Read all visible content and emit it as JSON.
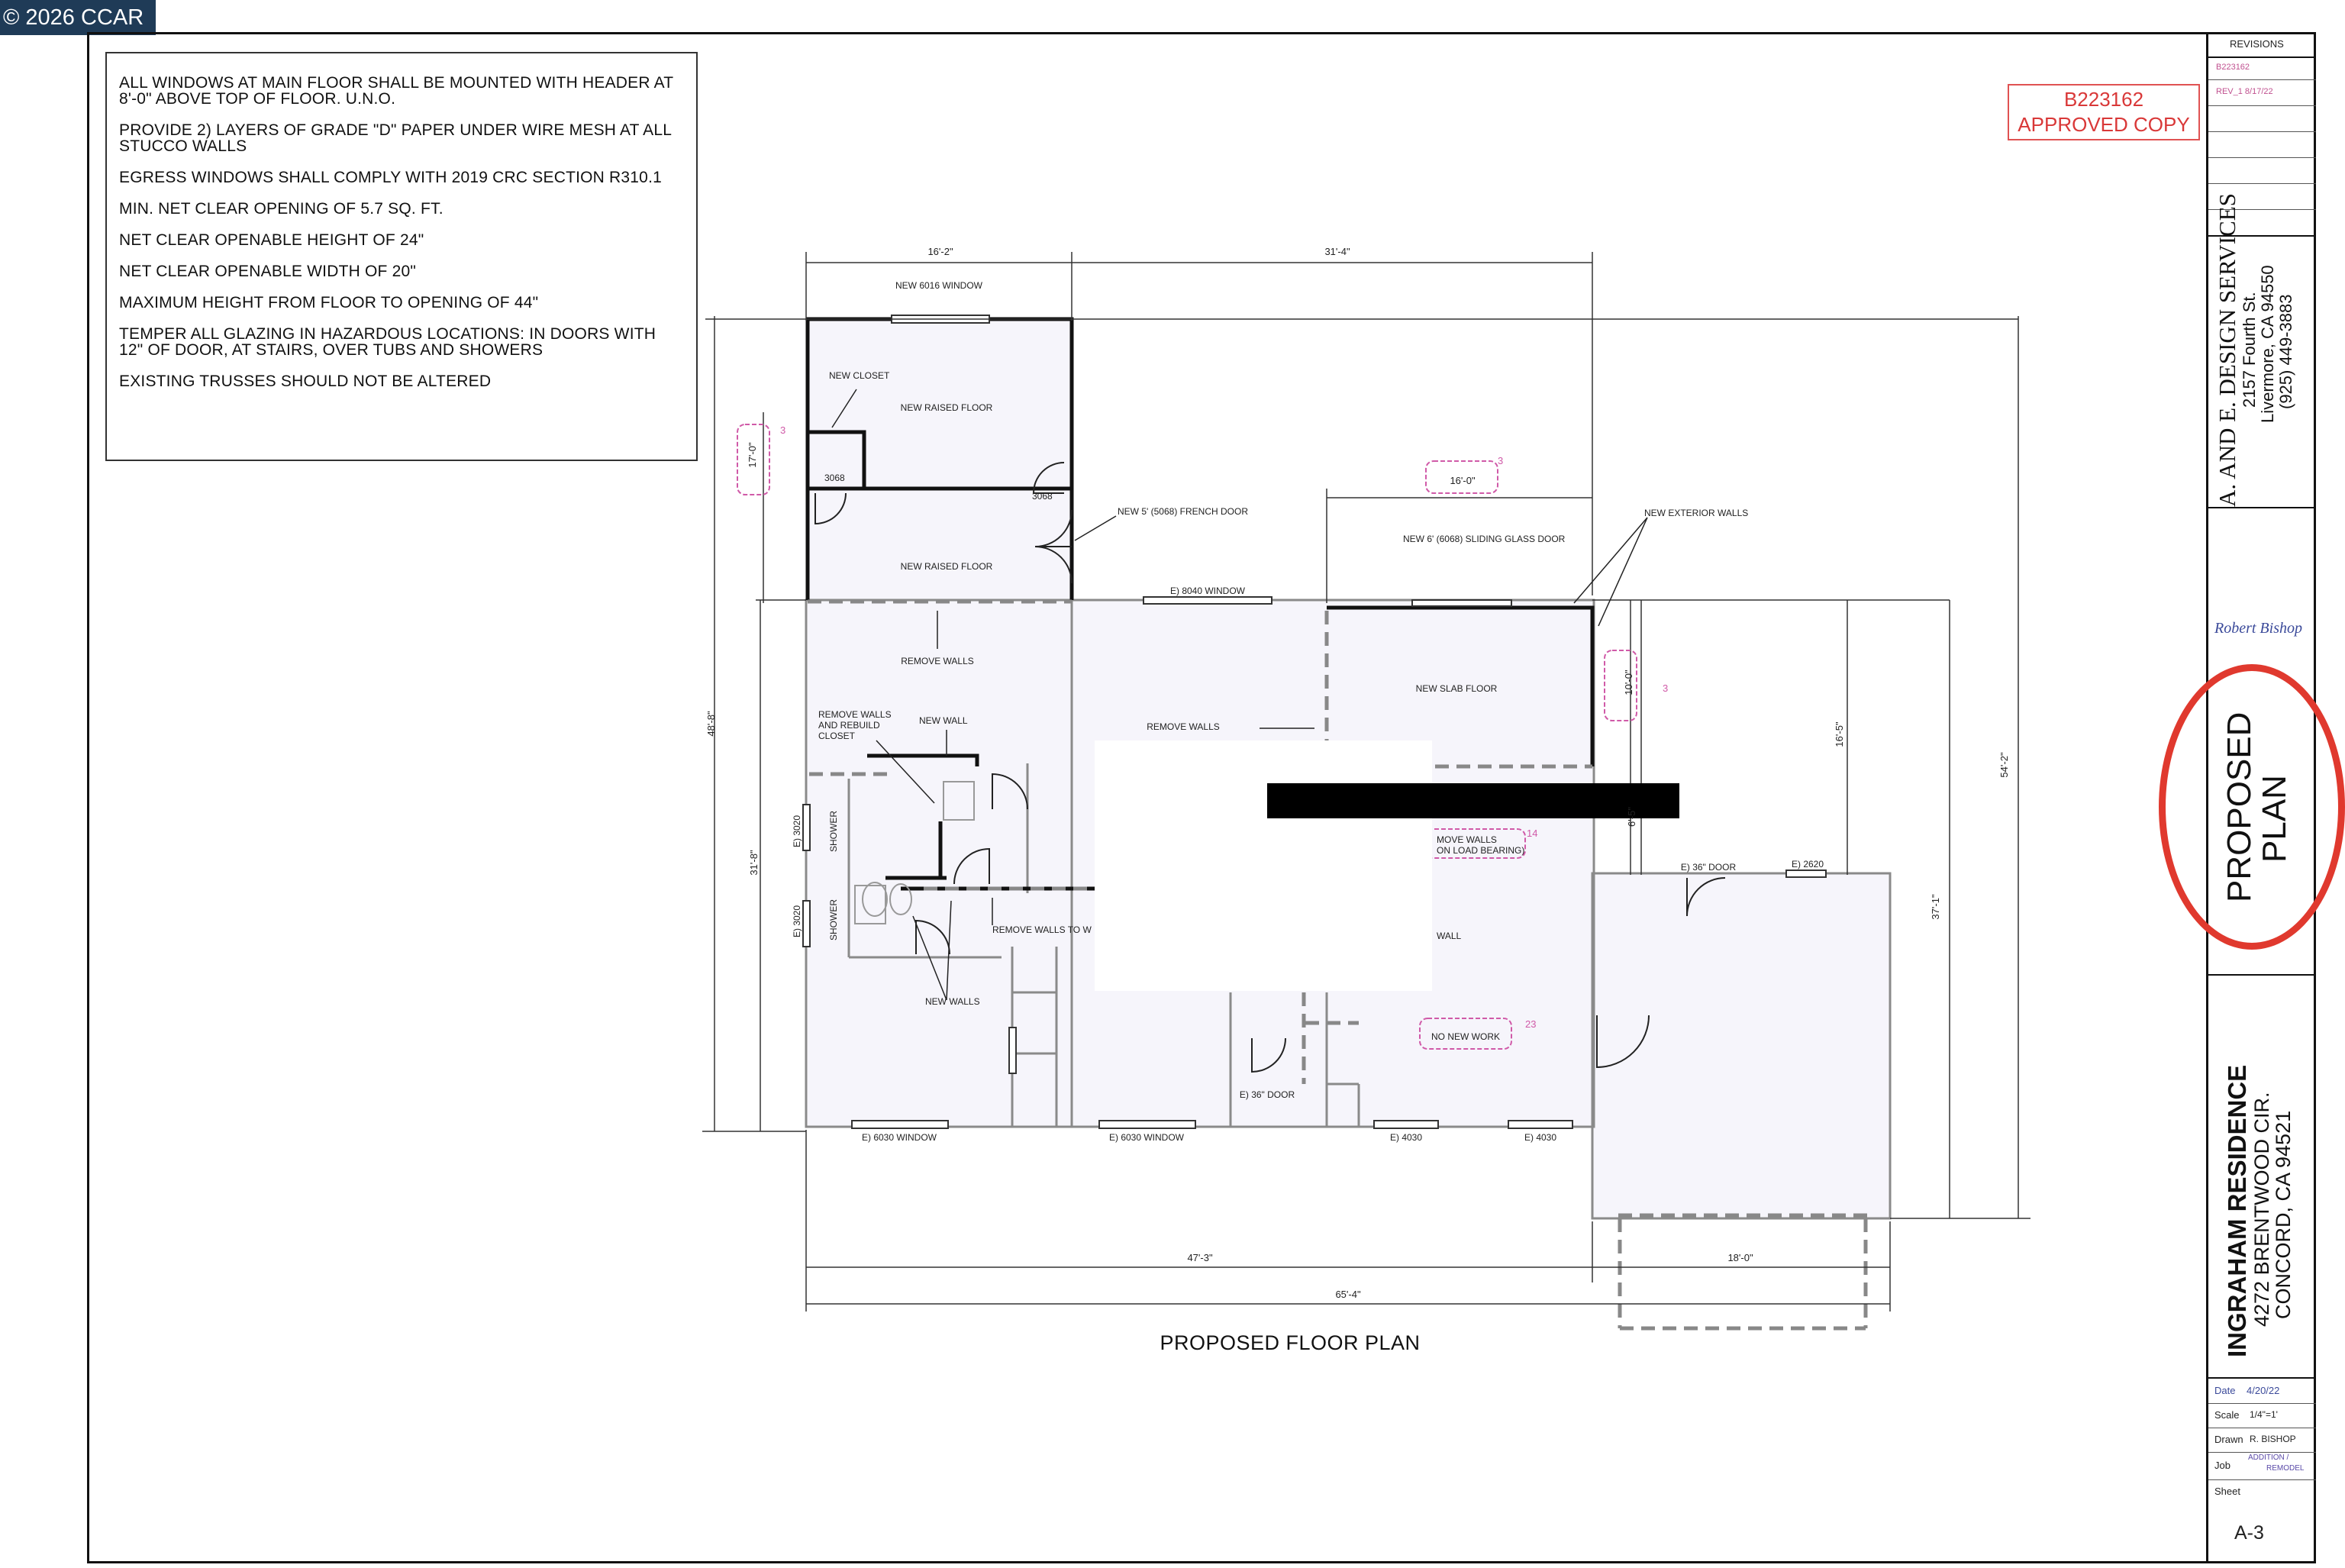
{
  "copyright": "© 2026 CCAR",
  "notes": [
    "ALL WINDOWS AT MAIN FLOOR SHALL BE MOUNTED WITH HEADER AT 8'-0\" ABOVE TOP OF FLOOR.  U.N.O.",
    "PROVIDE 2) LAYERS OF GRADE \"D\" PAPER UNDER WIRE MESH AT ALL STUCCO WALLS",
    "EGRESS WINDOWS SHALL COMPLY WITH 2019 CRC SECTION R310.1",
    "MIN. NET CLEAR OPENING OF 5.7 SQ. FT.",
    "NET CLEAR OPENABLE HEIGHT OF 24\"",
    "NET CLEAR OPENABLE WIDTH OF 20\"",
    "MAXIMUM HEIGHT FROM FLOOR TO OPENING OF 44\"",
    "TEMPER ALL GLAZING IN HAZARDOUS LOCATIONS: IN DOORS WITH 12\" OF DOOR, AT STAIRS, OVER TUBS AND SHOWERS",
    "EXISTING TRUSSES SHOULD NOT BE ALTERED"
  ],
  "stamp": {
    "line1": "B223162",
    "line2": "APPROVED COPY"
  },
  "plan_title": "PROPOSED FLOOR PLAN",
  "dimensions": {
    "top_left": "16'-2\"",
    "top_right": "31'-4\"",
    "sixteen": "16'-0\"",
    "left_overall": "48'-8\"",
    "left_lower": "31'-8\"",
    "left_upper": "17'-0\"",
    "ten": "10'-0\"",
    "sixteen_five": "16'-5\"",
    "six": "6'-5\"",
    "fiftyfour": "54'-2\"",
    "thirtyseven": "37'-1\"",
    "bottom_47": "47'-3\"",
    "bottom_18": "18'-0\"",
    "bottom_65": "65'-4\""
  },
  "labels": {
    "new_6016_window": "NEW 6016 WINDOW",
    "new_closet": "NEW CLOSET",
    "new_raised_floor_1": "NEW RAISED FLOOR",
    "new_raised_floor_2": "NEW RAISED FLOOR",
    "door_3068_a": "3068",
    "door_3068_b": "3068",
    "french_door": "NEW 5' (5068) FRENCH DOOR",
    "sliding_door": "NEW 6' (6068) SLIDING GLASS DOOR",
    "new_exterior_walls": "NEW EXTERIOR WALLS",
    "e_8040_window": "E) 8040 WINDOW",
    "remove_walls_1": "REMOVE WALLS",
    "remove_walls_rebuild": [
      "REMOVE WALLS",
      "AND REBUILD",
      "CLOSET"
    ],
    "new_wall": "NEW WALL",
    "remove_walls_2": "REMOVE WALLS",
    "new_slab_floor": "NEW SLAB FLOOR",
    "shower_1": "SHOWER",
    "shower_2": "SHOWER",
    "e_3020_a": "E) 3020",
    "e_3020_b": "E) 3020",
    "remove_walls_to": "REMOVE WALLS TO W",
    "new_walls": "NEW WALLS",
    "remove_walls_nlb": [
      "MOVE WALLS",
      "ON LOAD BEARING)"
    ],
    "wall": "WALL",
    "no_new_work": "NO NEW WORK",
    "e_36_door_a": "E) 36\" DOOR",
    "e_2620": "E) 2620",
    "e_36_door_b": "E) 36\" DOOR",
    "e_6030_window_a": "E) 6030 WINDOW",
    "e_6030_window_b": "E) 6030 WINDOW",
    "e_4030_a": "E) 4030",
    "e_4030_b": "E) 4030"
  },
  "revision_tags": {
    "t3a": "3",
    "t3b": "3",
    "t3c": "3",
    "t14": "14",
    "t23": "23"
  },
  "title_block": {
    "revisions_header": "REVISIONS",
    "rev_entry_1": "B223162",
    "rev_entry_2": "REV_1  8/17/22",
    "firm_name": "A. AND E. DESIGN SERVICES",
    "firm_address_1": "2157 Fourth St.",
    "firm_address_2": "Livermore, CA  94550",
    "firm_phone": "(925) 449-3883",
    "signature": "Robert Bishop",
    "proposed_line1": "PROPOSED",
    "proposed_line2": "PLAN",
    "project_name": "INGRAHAM RESIDENCE",
    "project_addr_1": "4272 BRENTWOOD CIR.",
    "project_addr_2": "CONCORD, CA 94521",
    "date_label": "Date",
    "date_value": "4/20/22",
    "scale_label": "Scale",
    "scale_value": "1/4\"=1'",
    "drawn_label": "Drawn",
    "drawn_value": "R. BISHOP",
    "job_label": "Job",
    "job_value_1": "ADDITION /",
    "job_value_2": "REMODEL",
    "sheet_label": "Sheet",
    "sheet_value": "A-3"
  },
  "colors": {
    "stamp": "#d93838",
    "oval": "#e0392e",
    "revision_tag": "#d05aa8",
    "copyright_bg": "#1f3b57"
  }
}
